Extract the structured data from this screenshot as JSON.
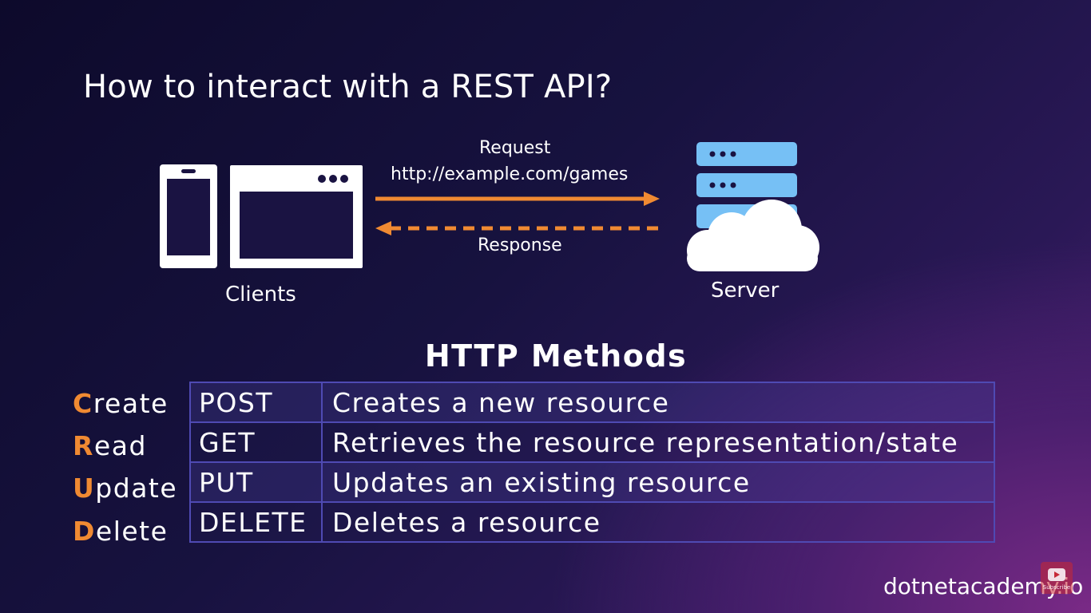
{
  "title": "How to interact with a REST API?",
  "diagram": {
    "clients_label": "Clients",
    "server_label": "Server",
    "request_label": "Request",
    "request_url": "http://example.com/games",
    "response_label": "Response",
    "icons": [
      "phone-icon",
      "browser-window-icon",
      "server-rack-icon",
      "cloud-icon"
    ],
    "arrow_color": "#f08a32",
    "server_color": "#76c0f5"
  },
  "methods": {
    "heading": "HTTP Methods",
    "crud": [
      {
        "initial": "C",
        "rest": "reate"
      },
      {
        "initial": "R",
        "rest": "ead"
      },
      {
        "initial": "U",
        "rest": "pdate"
      },
      {
        "initial": "D",
        "rest": "elete"
      }
    ],
    "rows": [
      {
        "method": "POST",
        "description": "Creates a new resource"
      },
      {
        "method": "GET",
        "description": "Retrieves the resource representation/state"
      },
      {
        "method": "PUT",
        "description": "Updates an existing resource"
      },
      {
        "method": "DELETE",
        "description": "Deletes a resource"
      }
    ],
    "accent_color": "#f08a32",
    "table_border_color": "#4f4ab3"
  },
  "branding": {
    "site": "dotnetacademy.io",
    "subscribe": "Subscribe"
  }
}
